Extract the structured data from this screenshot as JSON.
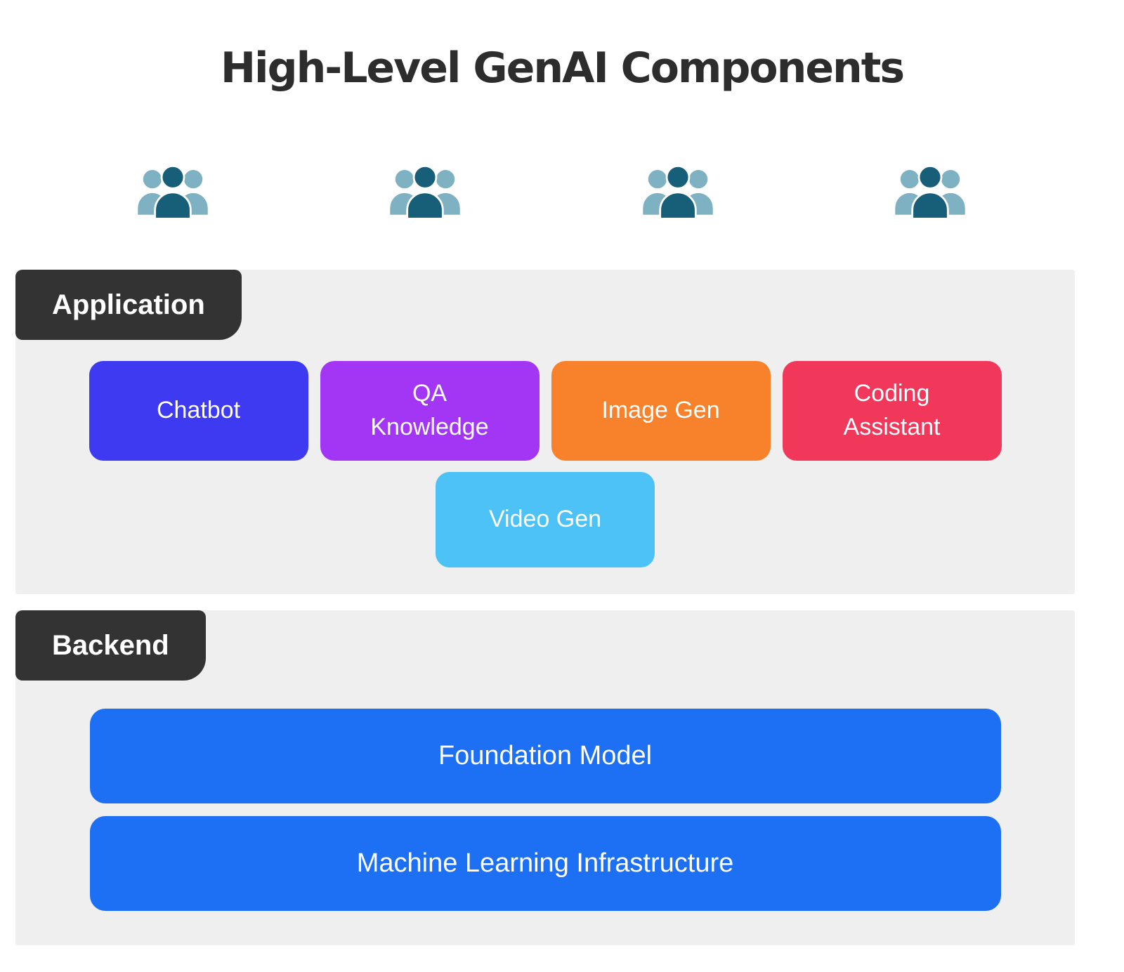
{
  "title": "High-Level GenAI Components",
  "colors": {
    "page_bg": "#ffffff",
    "title_text": "#2d2d2d",
    "panel_bg": "#efefef",
    "tab_bg": "#333333",
    "tab_text": "#ffffff",
    "box_text": "#ffffff",
    "person_dark": "#175e78",
    "person_light": "#7eb2c2"
  },
  "users": {
    "icon": "user-group-icon",
    "count": 4
  },
  "application": {
    "label": "Application",
    "boxes": [
      {
        "label": "Chatbot",
        "color": "#3e3af2"
      },
      {
        "label": "QA Knowledge",
        "color": "#a335f5"
      },
      {
        "label": "Image Gen",
        "color": "#f8812c"
      },
      {
        "label": "Coding Assistant",
        "color": "#f2385a"
      }
    ],
    "secondary_box": {
      "label": "Video Gen",
      "color": "#4cc2f7"
    }
  },
  "backend": {
    "label": "Backend",
    "bars": [
      {
        "label": "Foundation Model",
        "color": "#1d6ff3"
      },
      {
        "label": "Machine Learning Infrastructure",
        "color": "#1d6ff3"
      }
    ]
  }
}
